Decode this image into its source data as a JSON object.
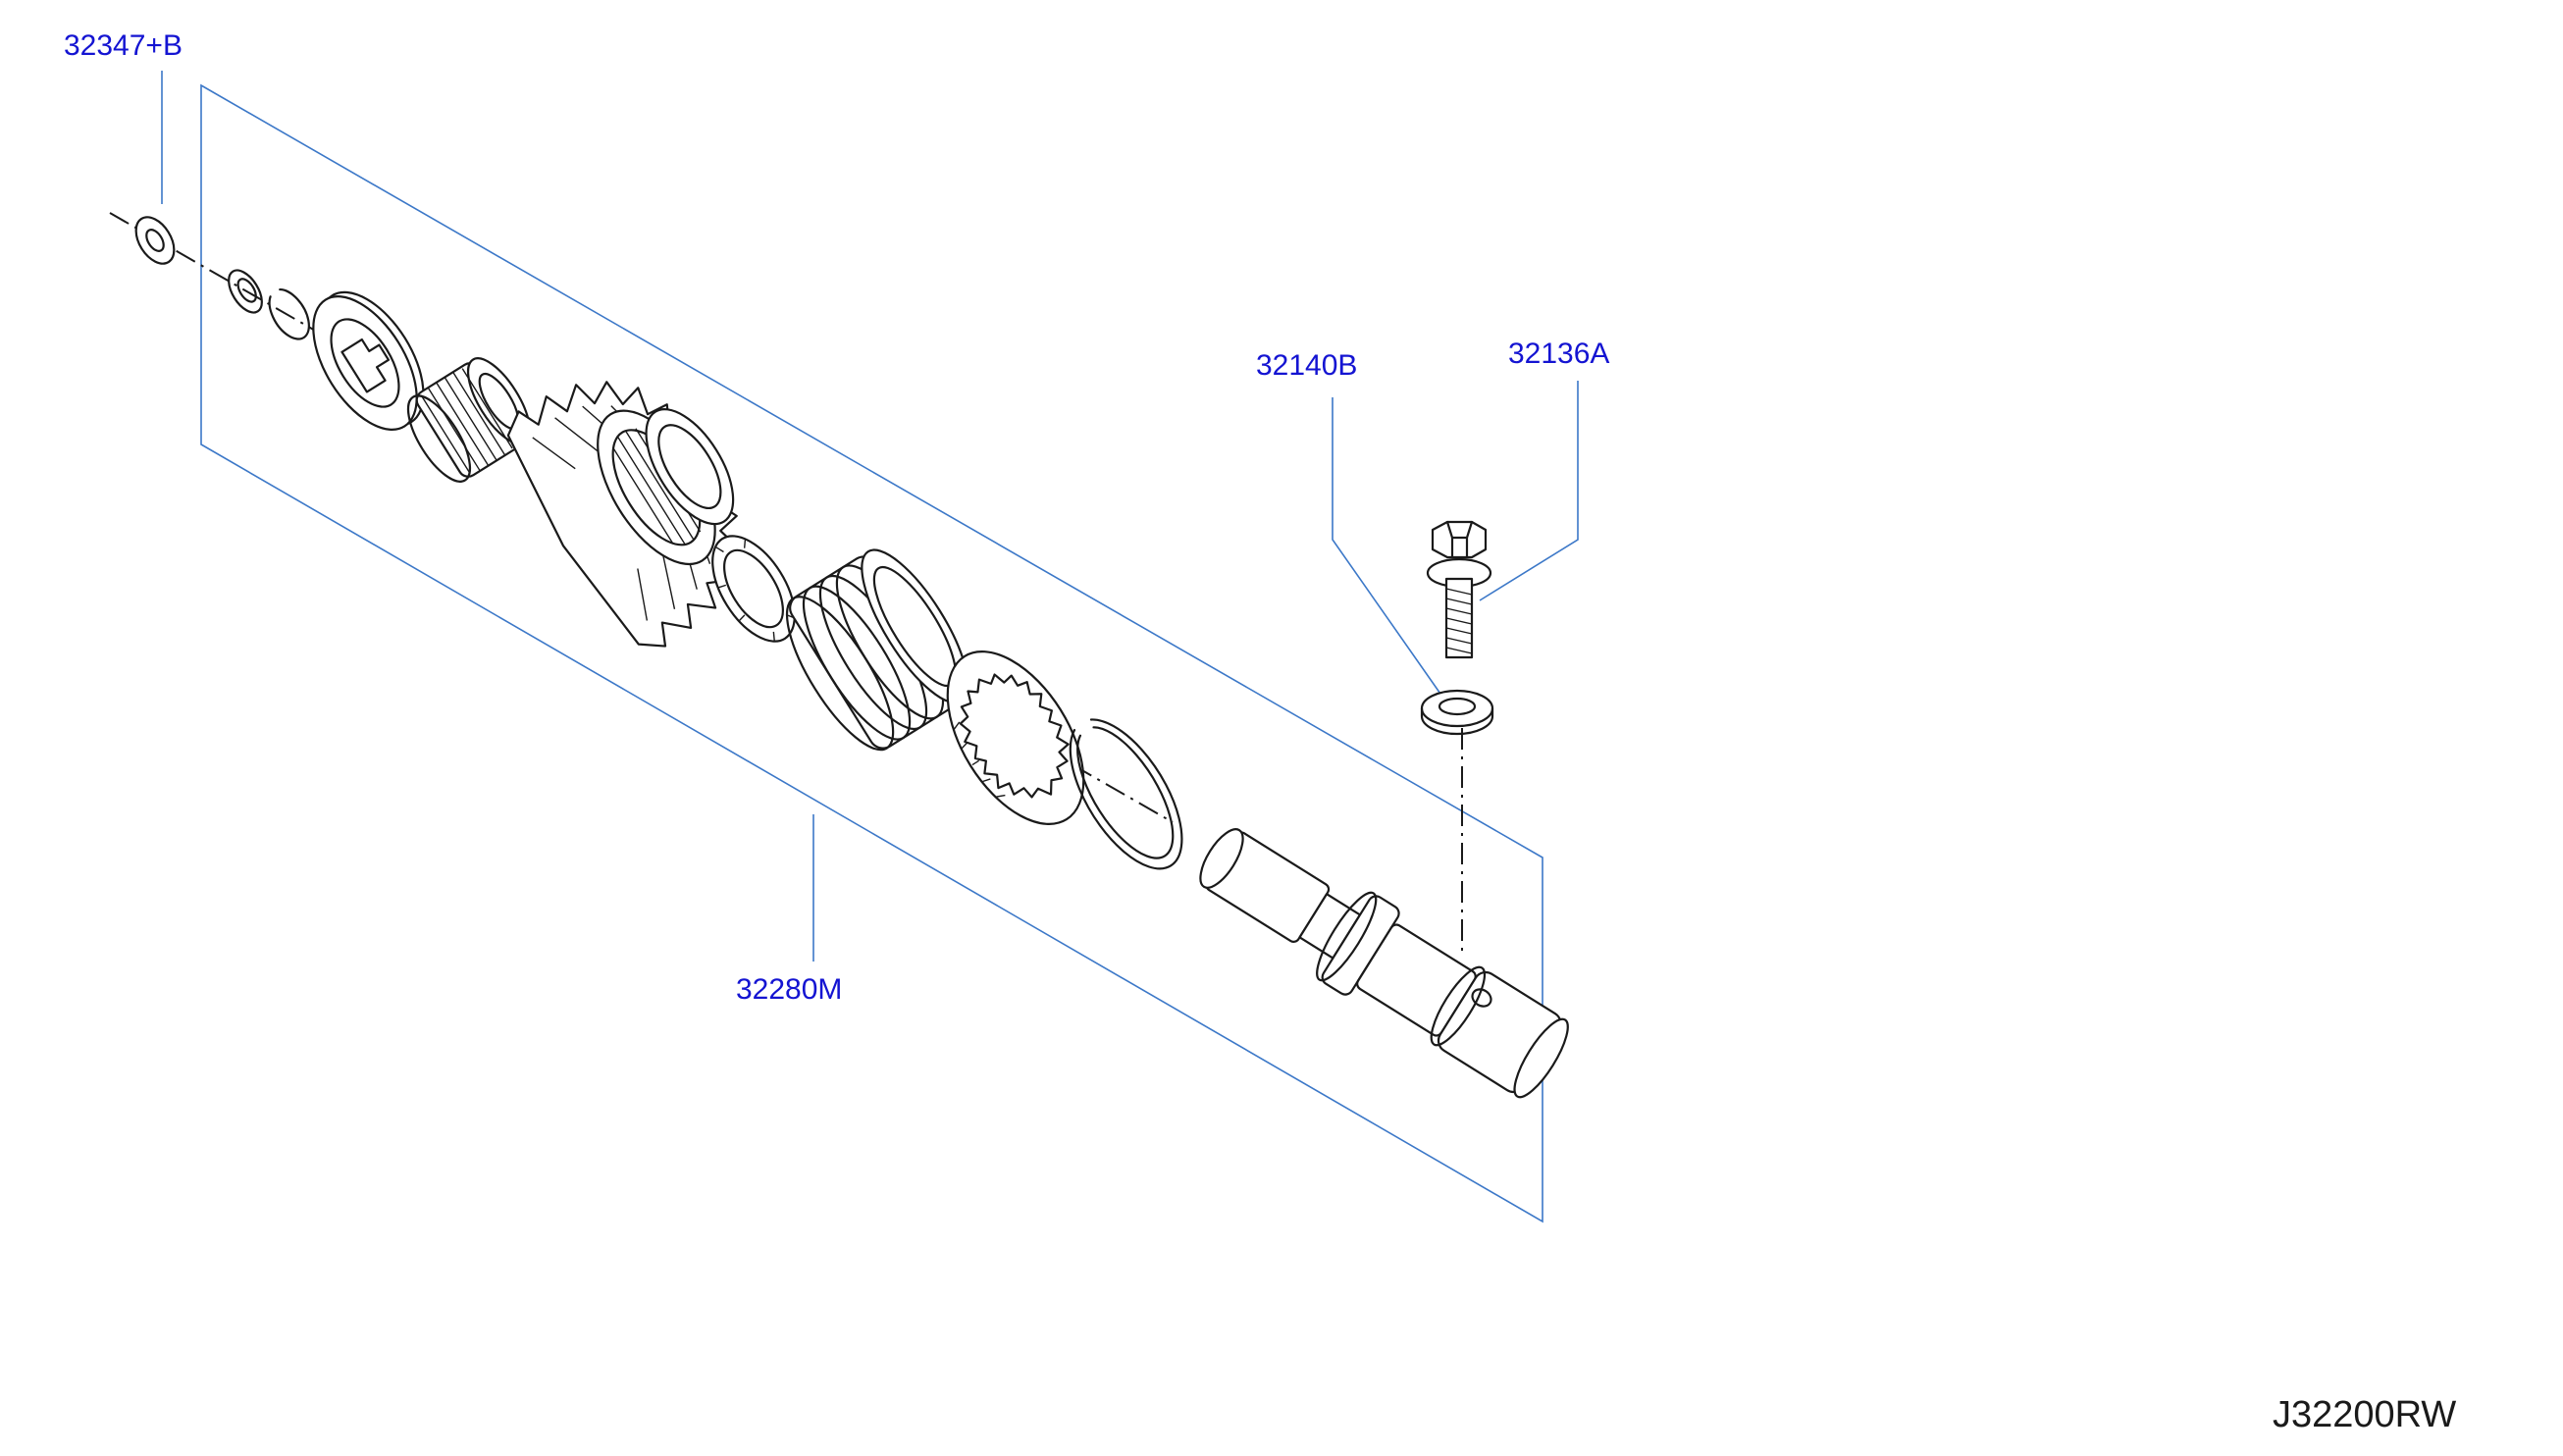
{
  "colors": {
    "callout": "#1414d2",
    "leader": "#3c78c8",
    "ink": "#1a1a1a",
    "background": "#ffffff"
  },
  "callouts": {
    "washer_group": "32347+B",
    "shaft_assembly": "32280M",
    "bolt_washer": "32140B",
    "bolt": "32136A"
  },
  "diagram_code": "J32200RW"
}
